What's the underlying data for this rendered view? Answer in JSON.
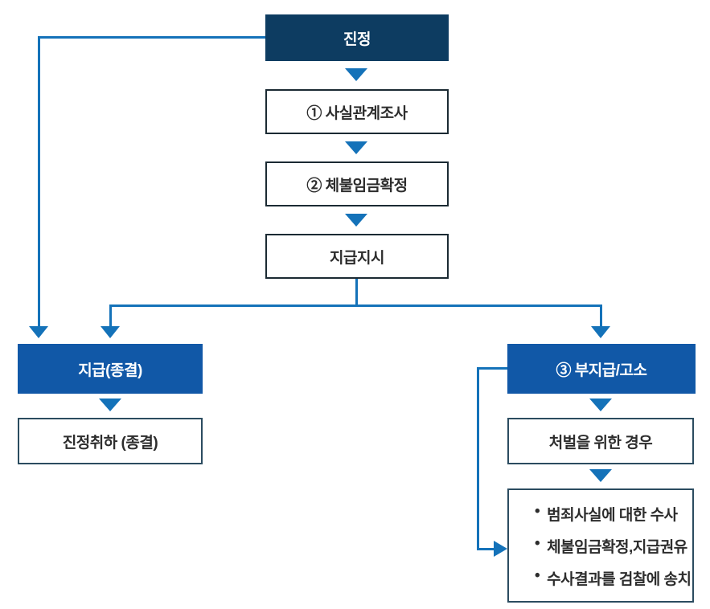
{
  "colors": {
    "navy": "#0d3c61",
    "blue": "#1158a7",
    "line": "#1472b9",
    "borderDark": "#1b2a33",
    "borderSlate": "#2b4c60"
  },
  "nodes": {
    "complaint": {
      "label": "진정"
    },
    "step1": {
      "label": "① 사실관계조사"
    },
    "step2": {
      "label": "② 체불임금확정"
    },
    "payment_order": {
      "label": "지급지시"
    },
    "payment_closed": {
      "label": "지급(종결)"
    },
    "withdrawal": {
      "label": "진정취하 (종결)"
    },
    "nonpayment": {
      "label": "③ 부지급/고소"
    },
    "punishment": {
      "label": "처벌을 위한 경우"
    },
    "actions": {
      "bullet": "•",
      "items": [
        "범죄사실에 대한 수사",
        "체불임금확정,지급권유",
        "수사결과를 검찰에 송치"
      ]
    }
  }
}
